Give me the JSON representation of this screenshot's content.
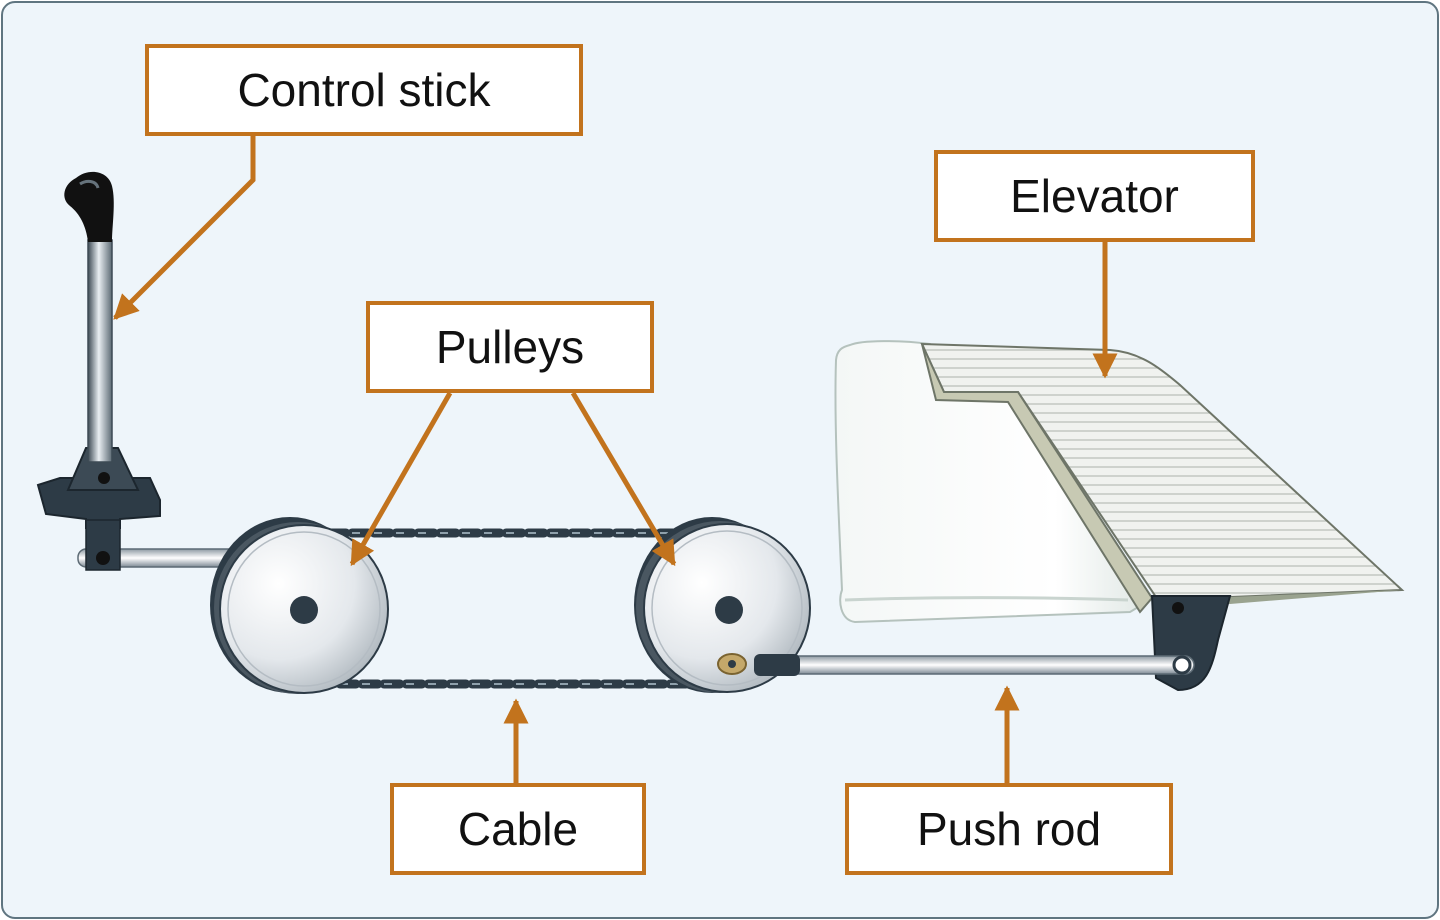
{
  "labels": {
    "control_stick": "Control stick",
    "elevator": "Elevator",
    "pulleys": "Pulleys",
    "cable": "Cable",
    "push_rod": "Push rod"
  },
  "colors": {
    "callout": "#c2731d",
    "background": "#eef5fa",
    "frame_border": "#5f7580",
    "hardware_dark": "#2d3b46"
  }
}
